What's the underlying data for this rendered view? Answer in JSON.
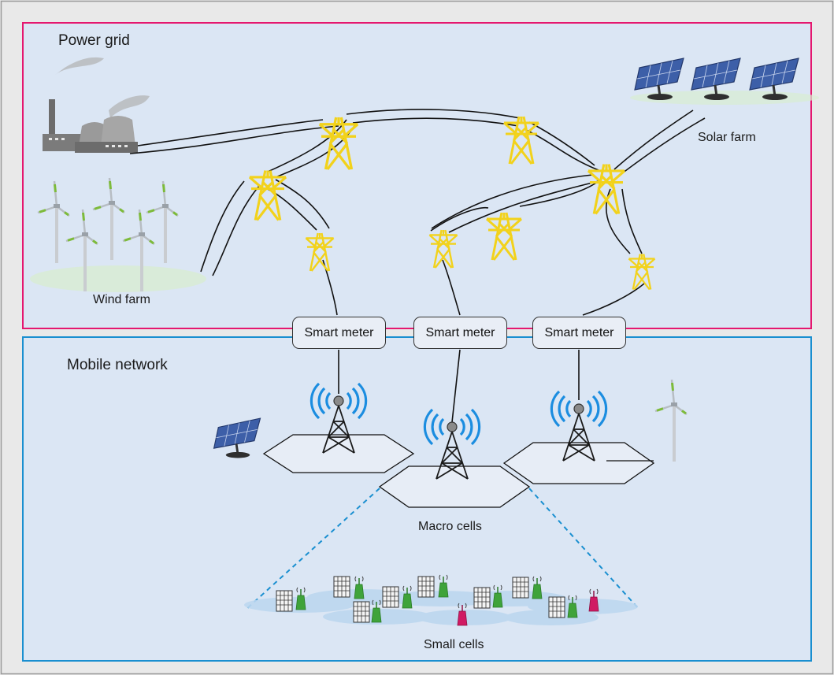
{
  "labels": {
    "power_grid": "Power grid",
    "mobile_network": "Mobile network",
    "wind_farm": "Wind farm",
    "solar_farm": "Solar farm",
    "macro_cells": "Macro cells",
    "small_cells": "Small cells"
  },
  "smart_meters": [
    "Smart meter",
    "Smart meter",
    "Smart meter"
  ],
  "colors": {
    "page_background": "#e9e9e9",
    "panel_fill": "#dbe6f4",
    "power_grid_border": "#e5176f",
    "mobile_network_border": "#1a8fd0",
    "pylon": "#f2d21b",
    "radio_waves": "#1b8de0",
    "small_cell_green": "#3fa33a",
    "small_cell_magenta": "#d01a63"
  }
}
